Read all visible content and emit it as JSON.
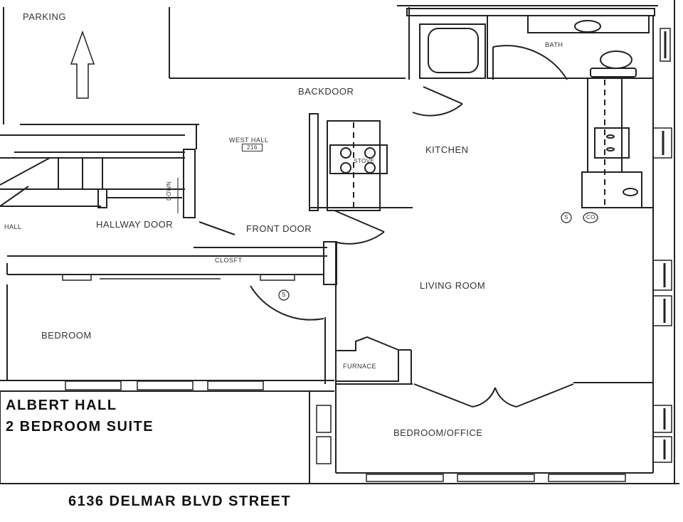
{
  "plan": {
    "title_line1": "ALBERT HALL",
    "title_line2": "2 BEDROOM SUITE",
    "address": "6136 DELMAR BLVD STREET"
  },
  "labels": {
    "parking": "PARKING",
    "backdoor": "BACKDOOR",
    "bath": "BATH",
    "west_hall": "WEST HALL",
    "west_hall_number": "216",
    "kitchen": "KITCHEN",
    "stove": "STOVE",
    "hall": "HALL",
    "hallway_door": "HALLWAY DOOR",
    "front_door": "FRONT DOOR",
    "closet": "CLOSFT",
    "living_room": "LIVING ROOM",
    "bedroom": "BEDROOM",
    "furnace": "FURNACE",
    "bedroom_office": "BEDROOM/OFFICE",
    "down": "DOWN",
    "smoke_symbol": "S",
    "co_symbol": "CO"
  }
}
